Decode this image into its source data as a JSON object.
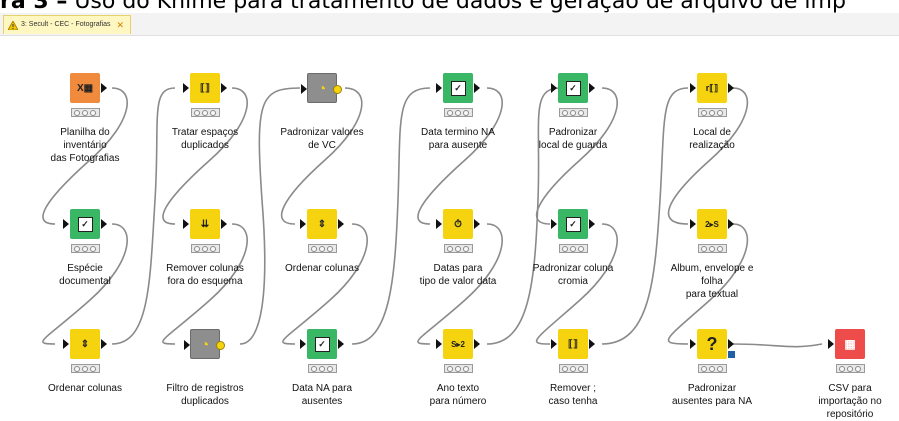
{
  "caption": {
    "figure_label": "ra 3 –",
    "text": " Uso do Knime para tratamento de dados e geração de arquivo de imp"
  },
  "tab": {
    "title": "3: Secult - CEC - Fotografias",
    "close": "✕"
  },
  "nodes": [
    {
      "id": "n1",
      "label": "Planilha do inventário\ndas Fotografias",
      "color": "orange",
      "icon": "excel-reader-icon",
      "glyph": "X▦"
    },
    {
      "id": "n2",
      "label": "Espécie documental",
      "color": "green",
      "icon": "rule-engine-icon",
      "glyph": "✓"
    },
    {
      "id": "n3",
      "label": "Ordenar colunas",
      "color": "yellow",
      "icon": "column-resorter-icon",
      "glyph": "⇕"
    },
    {
      "id": "n4",
      "label": "Tratar espaços\nduplicados",
      "color": "yellow",
      "icon": "string-manipulation-icon",
      "glyph": "⟦⟧"
    },
    {
      "id": "n5",
      "label": "Remover colunas\nfora do esquema",
      "color": "yellow",
      "icon": "column-filter-icon",
      "glyph": "⇊"
    },
    {
      "id": "n6",
      "label": "Filtro de registros\nduplicados",
      "color": "gray",
      "icon": "metanode-icon",
      "glyph": "◔"
    },
    {
      "id": "n7",
      "label": "Padronizar valores\nde VC",
      "color": "gray",
      "icon": "metanode-icon",
      "glyph": "◔"
    },
    {
      "id": "n8",
      "label": "Ordenar colunas",
      "color": "yellow",
      "icon": "column-resorter-icon",
      "glyph": "⇕"
    },
    {
      "id": "n9",
      "label": "Data NA para\nausentes",
      "color": "green",
      "icon": "rule-engine-icon",
      "glyph": "✓"
    },
    {
      "id": "n10",
      "label": "Data termino NA\npara ausente",
      "color": "green",
      "icon": "rule-engine-icon",
      "glyph": "✓"
    },
    {
      "id": "n11",
      "label": "Datas para\ntipo de valor data",
      "color": "yellow",
      "icon": "string-to-date-icon",
      "glyph": "⏱"
    },
    {
      "id": "n12",
      "label": "Ano texto\npara número",
      "color": "yellow",
      "icon": "string-to-number-icon",
      "glyph": "S▸2"
    },
    {
      "id": "n13",
      "label": "Padronizar\nlocal de guarda",
      "color": "green",
      "icon": "rule-engine-icon",
      "glyph": "✓"
    },
    {
      "id": "n14",
      "label": "Padronizar coluna\ncromia",
      "color": "green",
      "icon": "rule-engine-icon",
      "glyph": "✓"
    },
    {
      "id": "n15",
      "label": "Remover ;\ncaso tenha",
      "color": "yellow",
      "icon": "string-manipulation-icon",
      "glyph": "⟦⟧"
    },
    {
      "id": "n16",
      "label": "Local de realização",
      "color": "yellow",
      "icon": "string-manipulation-icon",
      "glyph": "r⟦⟧"
    },
    {
      "id": "n17",
      "label": "Album, envelope e folha\npara textual",
      "color": "yellow",
      "icon": "number-to-string-icon",
      "glyph": "2▸S"
    },
    {
      "id": "n18",
      "label": "Padronizar\nausentes   para NA",
      "color": "yellow",
      "icon": "missing-value-icon",
      "glyph": "?"
    },
    {
      "id": "n19",
      "label": "CSV para\nimportação no repositório",
      "color": "red",
      "icon": "csv-writer-icon",
      "glyph": "▦"
    }
  ]
}
